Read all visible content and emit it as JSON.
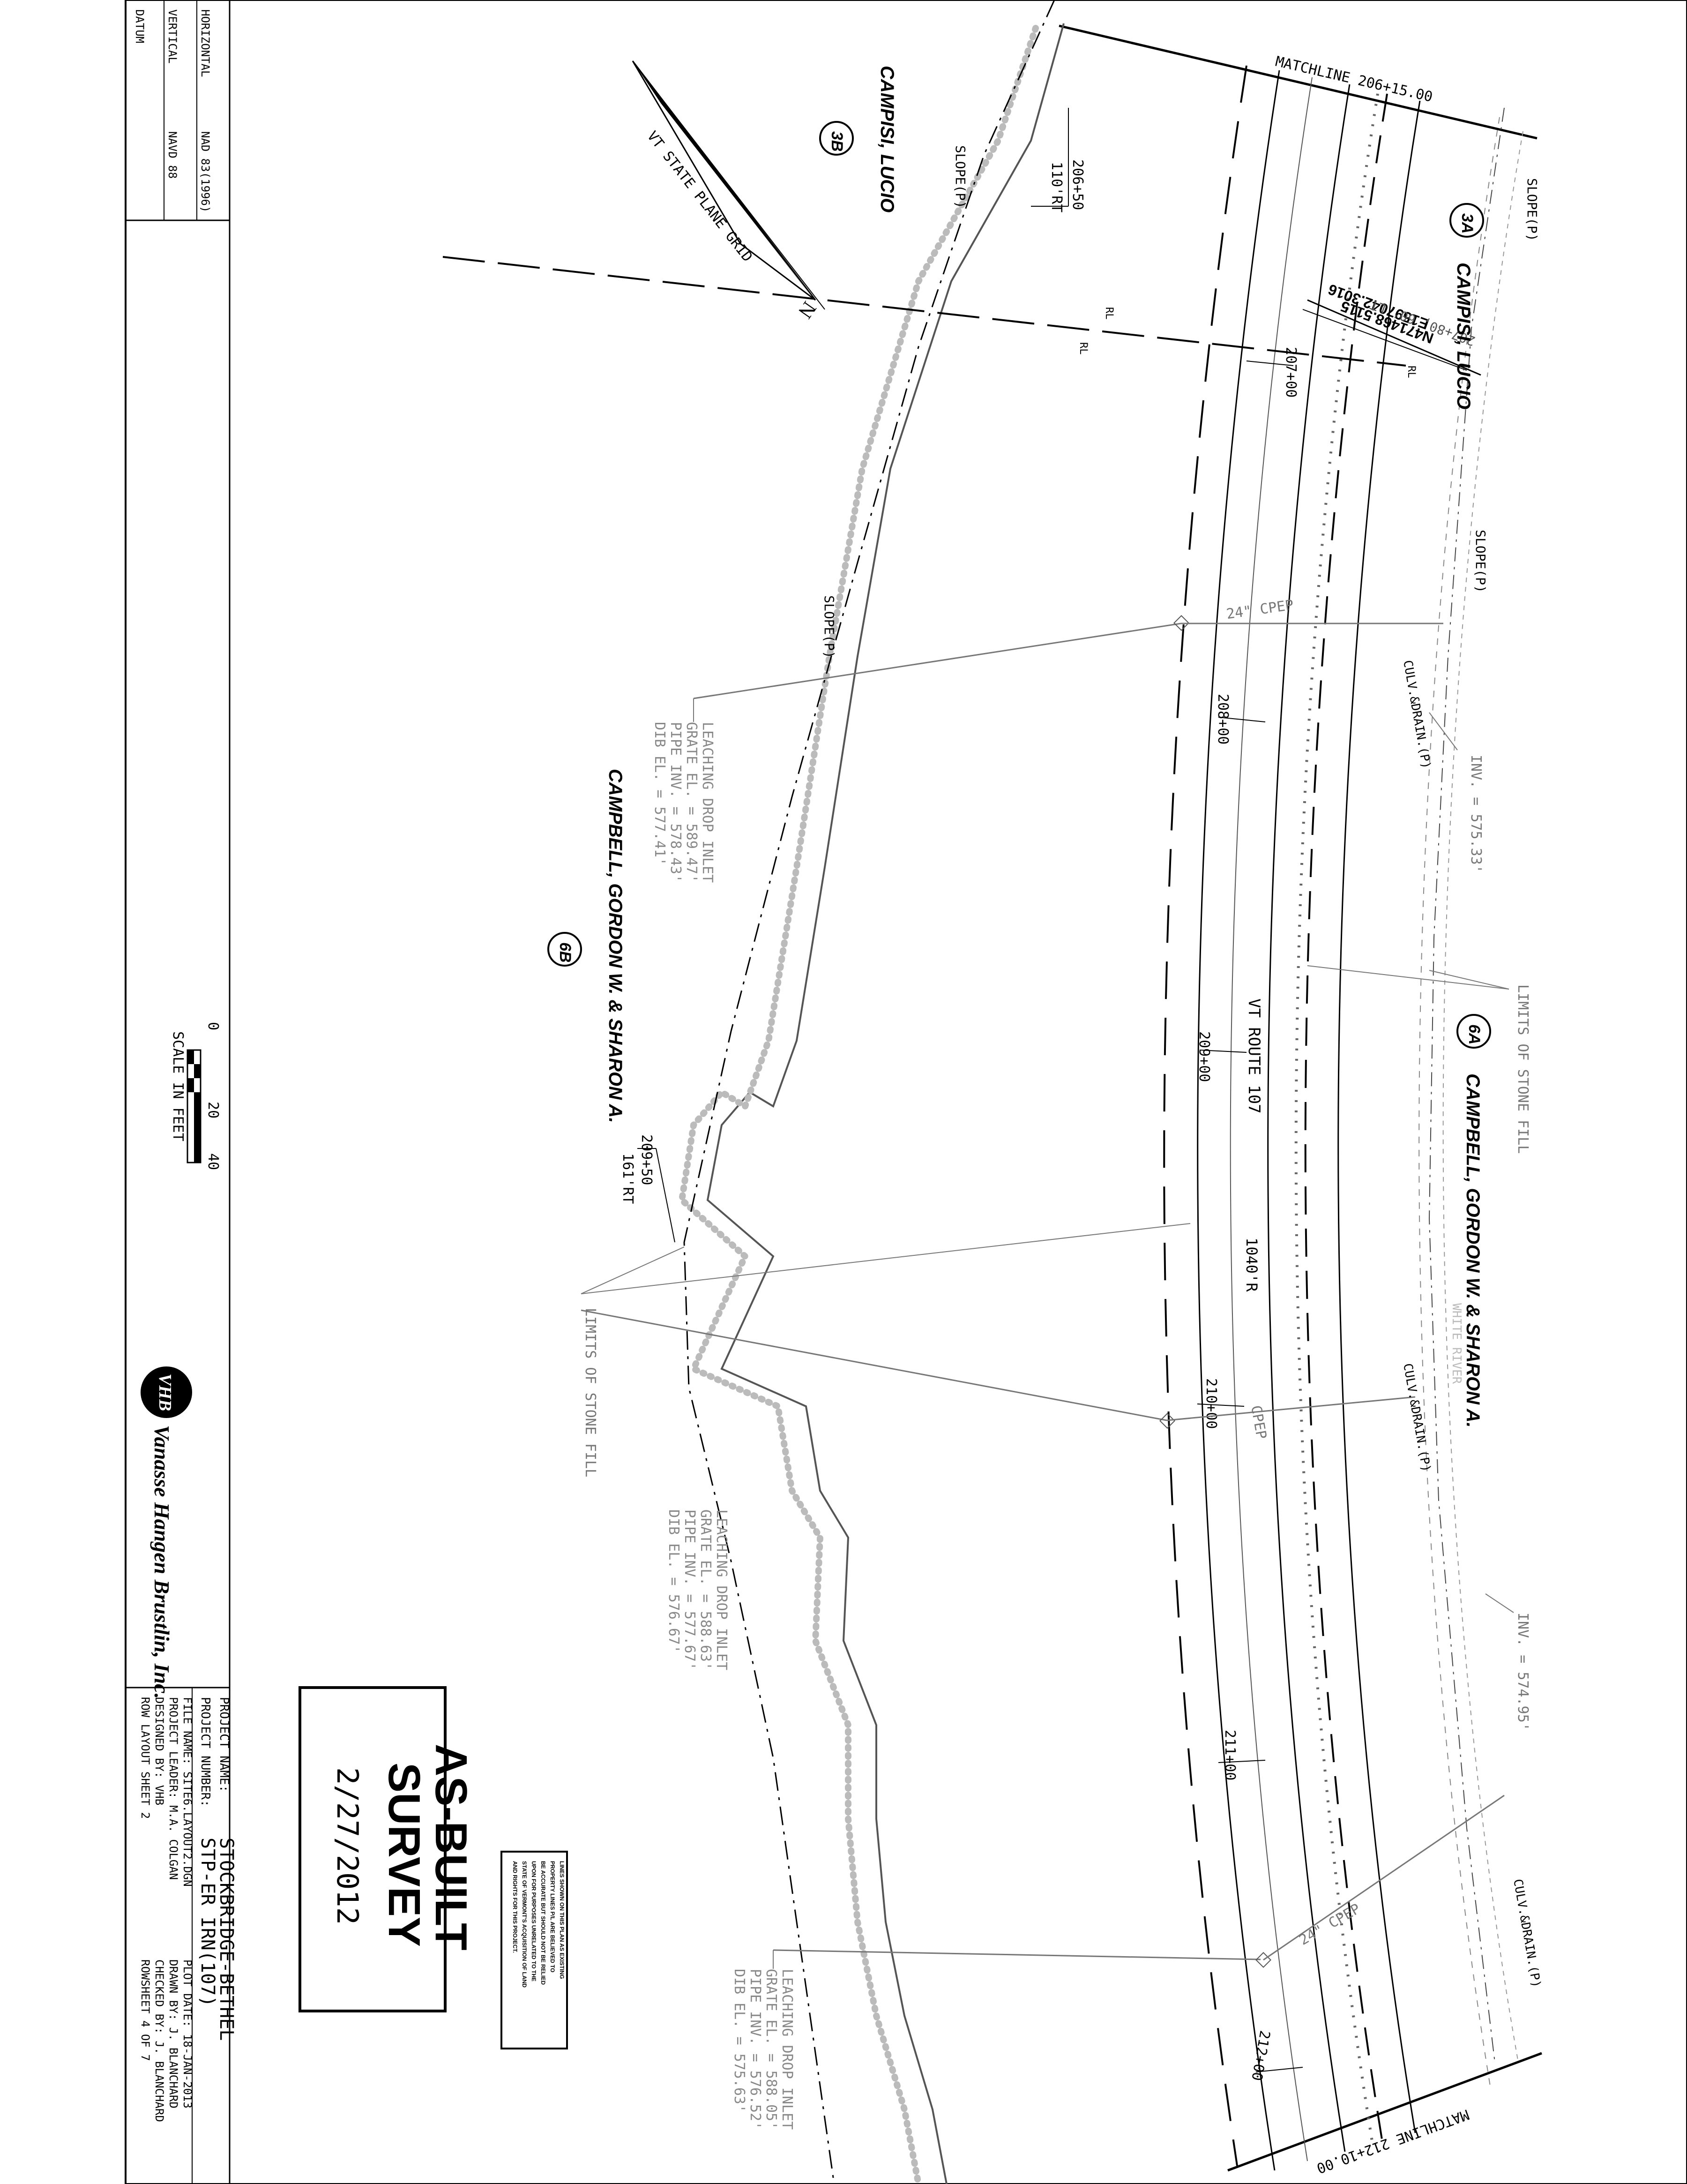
{
  "datum": {
    "header": "DATUM",
    "vertical_label": "VERTICAL",
    "vertical_value": "NAVD 88",
    "horizontal_label": "HORIZONTAL",
    "horizontal_value": "NAD 83(1996)"
  },
  "grid_label": "VT STATE PLANE GRID",
  "north_arrow_letter": "N",
  "matchlines": {
    "top": "MATCHLINE 206+15.00",
    "bottom": "MATCHLINE 212+10.00"
  },
  "stations": [
    "207+00",
    "208+00",
    "209+00",
    "210+00",
    "211+00",
    "212+00"
  ],
  "station_offsets": [
    {
      "station": "206+50",
      "offset": "110'RT"
    },
    {
      "station": "209+50",
      "offset": "161'RT"
    }
  ],
  "coordinates": {
    "northing": "N471468.5115",
    "easting": "E1597042.3016",
    "station_offset": "207+80, 60' LT"
  },
  "parcels": [
    {
      "tag": "3A",
      "owner": "CAMPISI, LUCIO"
    },
    {
      "tag": "3B",
      "owner": "CAMPISI, LUCIO"
    },
    {
      "tag": "6A",
      "owner": "CAMPBELL, GORDON W. & SHARON A."
    },
    {
      "tag": "6B",
      "owner": "CAMPBELL, GORDON W. & SHARON A."
    }
  ],
  "road": {
    "name": "VT ROUTE 107",
    "radius": "1040'R",
    "river": "WHITE RIVER"
  },
  "annotations": {
    "slope": "SLOPE(P)",
    "limits_stone_fill": "LIMITS OF STONE FILL",
    "culv_drain": "CULV.&DRAIN.(P)",
    "cpep_24": "24\" CPEP",
    "cpep": "CPEP",
    "inv_1": "INV. = 575.33'",
    "inv_2": "INV. = 574.95'",
    "rl": "RL"
  },
  "inlets": [
    {
      "title": "LEACHING DROP INLET",
      "grate": "GRATE EL. = 589.47'",
      "pipe": "PIPE INV. = 578.43'",
      "dib": "DIB EL. = 577.41'"
    },
    {
      "title": "LEACHING DROP INLET",
      "grate": "GRATE EL. = 588.63'",
      "pipe": "PIPE INV. = 577.67'",
      "dib": "DIB EL. = 576.67'"
    },
    {
      "title": "LEACHING DROP INLET",
      "grate": "GRATE EL. = 588.05'",
      "pipe": "PIPE INV. = 576.52'",
      "dib": "DIB EL. = 575.63'"
    }
  ],
  "scale": {
    "label": "SCALE IN FEET",
    "ticks": [
      "0",
      "20",
      "40"
    ]
  },
  "company": {
    "logo": "VHB",
    "name": "Vanasse Hangen Brustlin, Inc."
  },
  "note_lines": [
    "LINES SHOWN ON THIS PLAN AS EXISTING",
    "PROPERTY LINES P/L ARE BELIEVED TO",
    "BE ACCURATE BUT SHOULD NOT BE RELIED",
    "UPON FOR PURPOSES UNRELATED TO THE",
    "STATE OF VERMONT'S ACQUISITION OF LAND",
    "AND RIGHTS FOR THIS PROJECT."
  ],
  "stamp": {
    "line1": "AS-BUILT",
    "line2": "SURVEY",
    "date": "2/27/2012"
  },
  "title_block": {
    "project_name_label": "PROJECT NAME:",
    "project_name": "STOCKBRIDGE-BETHEL",
    "project_number_label": "PROJECT NUMBER:",
    "project_number": "STP-ER IRN(107)",
    "file_name": "FILE NAME: SITE6.LAYOUT2.DGN",
    "project_leader": "PROJECT LEADER: M.A. COLGAN",
    "designed_by": "DESIGNED BY:          VHB",
    "row_layout": "ROW LAYOUT SHEET 2",
    "plot_date": "PLOT DATE: 18-JAN-2013",
    "drawn_by": "DRAWN BY:     J. BLANCHARD",
    "checked_by": "CHECKED BY: J. BLANCHARD",
    "row_sheet": "ROWSHEET     4     OF     7"
  }
}
